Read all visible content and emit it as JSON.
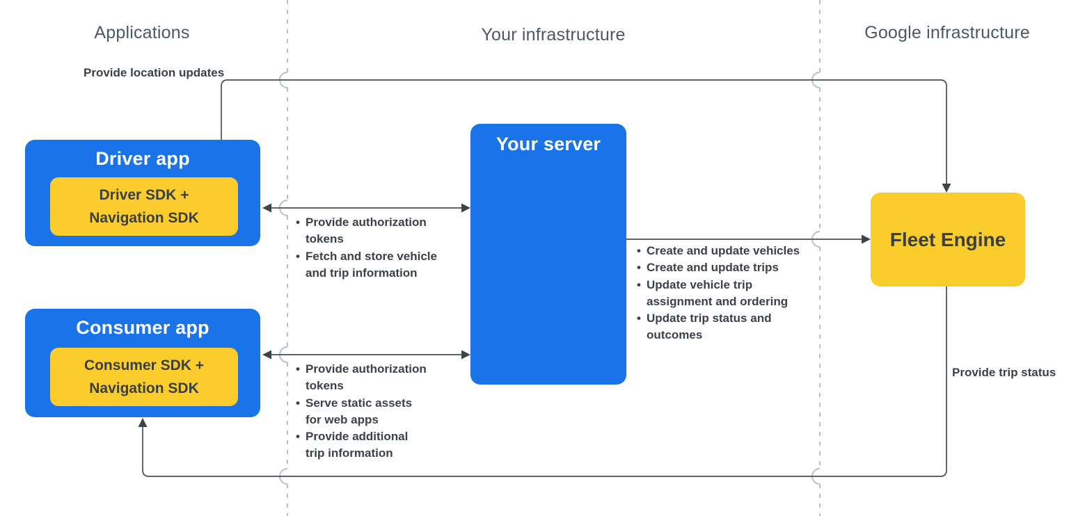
{
  "colors": {
    "node_blue": "#1a73e8",
    "node_yellow": "#facd2d",
    "connector": "#474e59",
    "dashed_divider": "#b9bec8",
    "header_text": "#4c5767",
    "dark_text": "#3b4149"
  },
  "columns": {
    "applications": "Applications",
    "your_infrastructure": "Your infrastructure",
    "google_infrastructure": "Google infrastructure"
  },
  "nodes": {
    "driver_app": {
      "title": "Driver app",
      "sdk": "Driver SDK +\nNavigation SDK"
    },
    "consumer_app": {
      "title": "Consumer app",
      "sdk": "Consumer SDK +\nNavigation SDK"
    },
    "your_server": {
      "title": "Your server"
    },
    "fleet_engine": {
      "title": "Fleet Engine"
    }
  },
  "edges": {
    "provide_location_updates": {
      "label": "Provide location updates"
    },
    "provide_trip_status": {
      "label": "Provide trip status"
    },
    "driver_server_tasks": {
      "items": [
        "Provide authorization\ntokens",
        "Fetch and store vehicle\nand trip information"
      ]
    },
    "server_fleet_tasks": {
      "items": [
        "Create and update vehicles",
        "Create and update trips",
        "Update vehicle trip\nassignment and ordering",
        "Update trip status and\noutcomes"
      ]
    },
    "consumer_server_tasks": {
      "items": [
        "Provide authorization\ntokens",
        "Serve static assets\nfor web apps",
        "Provide additional\ntrip information"
      ]
    }
  }
}
